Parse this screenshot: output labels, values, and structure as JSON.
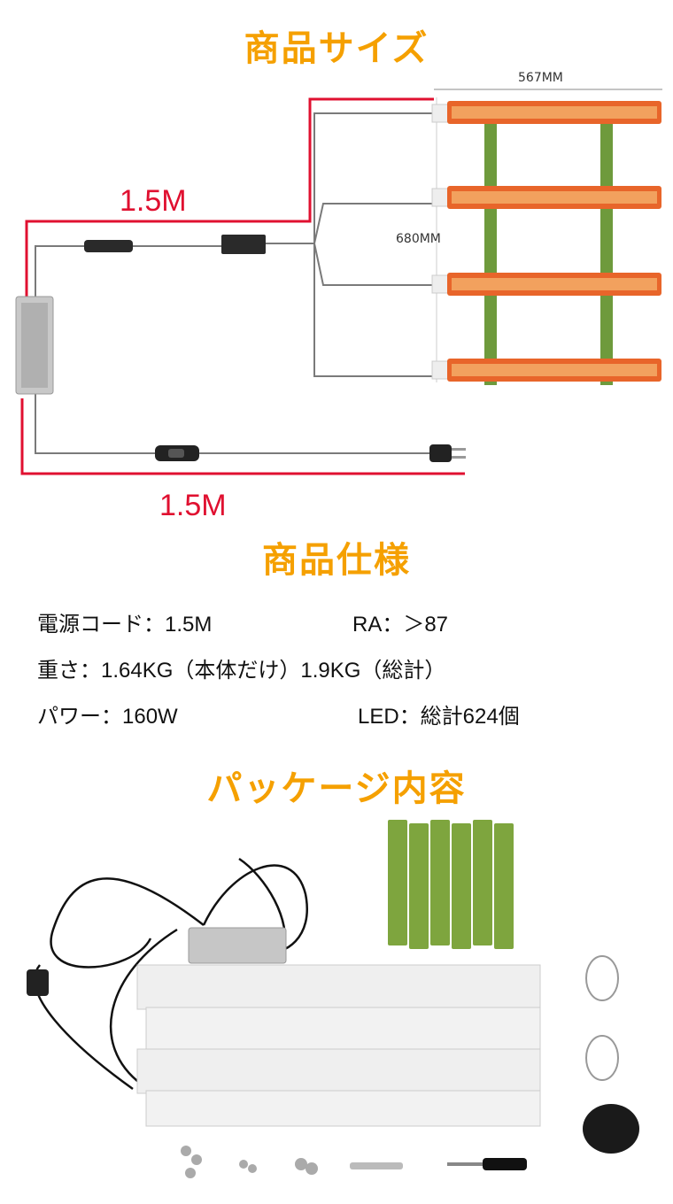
{
  "headings": {
    "size": "商品サイズ",
    "spec": "商品仕様",
    "package": "パッケージ内容"
  },
  "dimensions": {
    "width": "567MM",
    "height": "680MM",
    "cable_top": "1.5M",
    "cable_bottom": "1.5M"
  },
  "specs": [
    {
      "left": "電源コード：1.5M",
      "right": "RA：＞87"
    },
    {
      "left": "重さ：1.64KG（本体だけ）1.9KG（総計）",
      "right": ""
    },
    {
      "left": "パワー：160W",
      "right": "LED：総計624個"
    }
  ],
  "colors": {
    "accent": "#f5a000",
    "dimension_red": "#e01030",
    "bar_orange": "#e8652a",
    "bracket_green": "#6e9a3c"
  }
}
